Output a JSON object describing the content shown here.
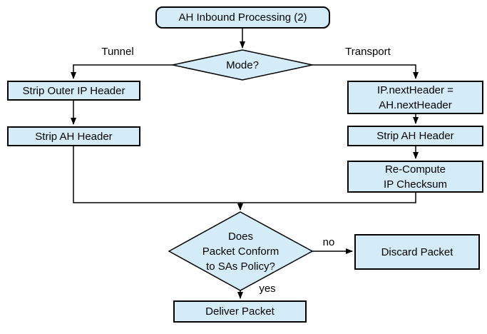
{
  "colors": {
    "background": "#ffffff",
    "node_fill": "#d4ecf8",
    "node_border": "#000000",
    "line": "#000000",
    "text": "#000000"
  },
  "nodes": {
    "start": "AH Inbound Processing (2)",
    "mode": "Mode?",
    "strip_outer_ip": "Strip Outer IP Header",
    "strip_ah_tunnel": "Strip AH Header",
    "ip_next_header": "IP.nextHeader =\nAH.nextHeader",
    "strip_ah_transport": "Strip AH Header",
    "recompute_checksum": "Re-Compute\nIP Checksum",
    "policy_check": "Does\nPacket Conform\nto SAs Policy?",
    "discard": "Discard Packet",
    "deliver": "Deliver Packet"
  },
  "edge_labels": {
    "tunnel": "Tunnel",
    "transport": "Transport",
    "no": "no",
    "yes": "yes"
  }
}
